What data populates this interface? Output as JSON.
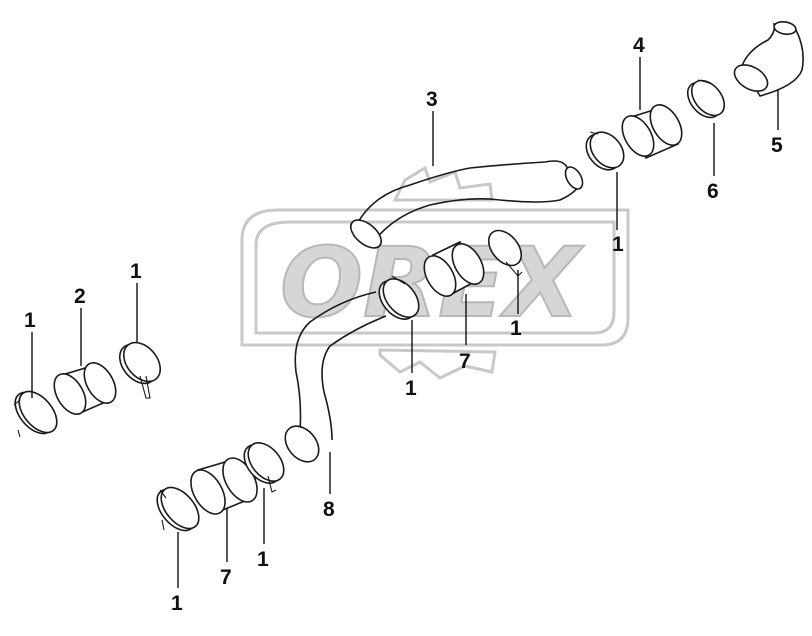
{
  "watermark": {
    "text": "OREX"
  },
  "callouts": [
    {
      "id": "c1",
      "label": "1"
    },
    {
      "id": "c2",
      "label": "2"
    },
    {
      "id": "c3",
      "label": "1"
    },
    {
      "id": "c4",
      "label": "3"
    },
    {
      "id": "c5",
      "label": "4"
    },
    {
      "id": "c6",
      "label": "5"
    },
    {
      "id": "c7",
      "label": "6"
    },
    {
      "id": "c8",
      "label": "1"
    },
    {
      "id": "c9",
      "label": "1"
    },
    {
      "id": "c10",
      "label": "7"
    },
    {
      "id": "c11",
      "label": "1"
    },
    {
      "id": "c12",
      "label": "8"
    },
    {
      "id": "c13",
      "label": "1"
    },
    {
      "id": "c14",
      "label": "7"
    },
    {
      "id": "c15",
      "label": "1"
    }
  ]
}
